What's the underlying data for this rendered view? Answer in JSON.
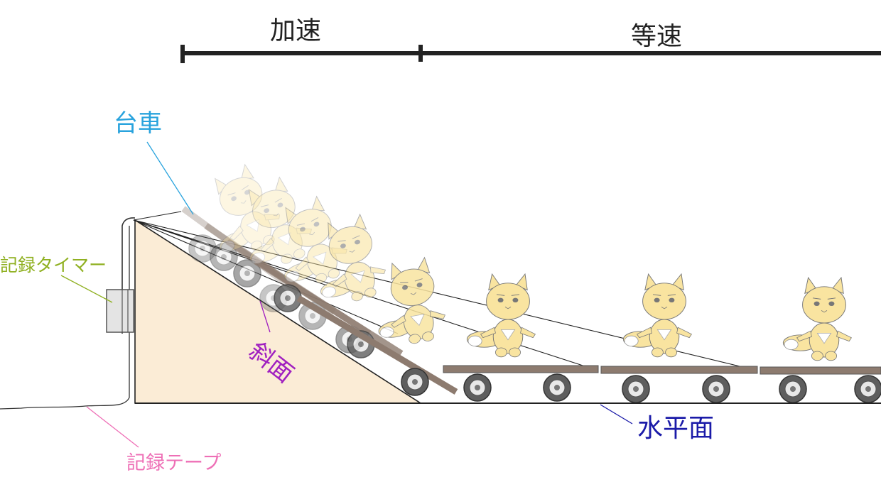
{
  "labels": {
    "phase_acceleration": "加速",
    "phase_constant": "等速",
    "cart": "台車",
    "recording_timer": "記録タイマー",
    "slope": "斜面",
    "recording_tape": "記録テープ",
    "horizontal_plane": "水平面"
  },
  "colors": {
    "cart_label": "#29a3dd",
    "timer_label": "#8fb020",
    "slope_label": "#a020c0",
    "tape_label": "#ee6fb6",
    "horizontal_label": "#1a1aa8",
    "slope_fill": "#fbecd6",
    "cart_board": "#8d7b6f",
    "fox_body": "#f9e4a0"
  }
}
